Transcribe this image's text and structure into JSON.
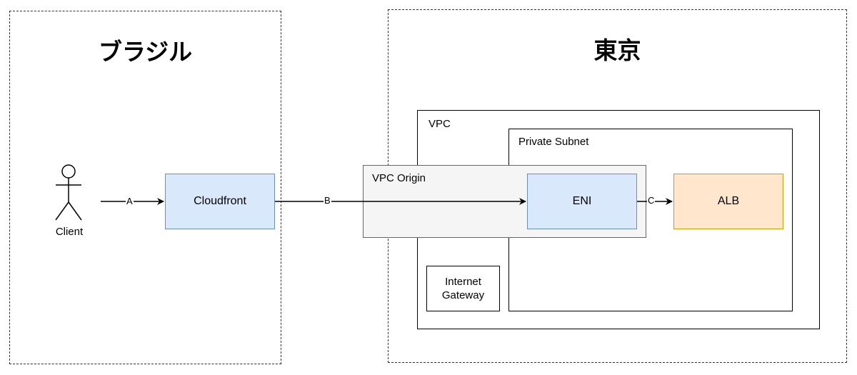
{
  "regions": {
    "brazil": {
      "title": "ブラジル"
    },
    "tokyo": {
      "title": "東京"
    }
  },
  "containers": {
    "vpc": {
      "label": "VPC"
    },
    "private_subnet": {
      "label": "Private Subnet"
    },
    "vpc_origin": {
      "label": "VPC Origin"
    }
  },
  "nodes": {
    "client": {
      "label": "Client"
    },
    "cloudfront": {
      "label": "Cloudfront"
    },
    "eni": {
      "label": "ENI"
    },
    "alb": {
      "label": "ALB"
    },
    "internet_gateway": {
      "label": "Internet Gateway"
    }
  },
  "edges": {
    "a": {
      "label": "A"
    },
    "b": {
      "label": "B"
    },
    "c": {
      "label": "C"
    }
  },
  "colors": {
    "blue_fill": "#dae8fc",
    "blue_stroke": "#6c8ebf",
    "orange_fill": "#ffe6cc",
    "orange_stroke": "#d79b00",
    "gray_fill": "#f5f5f5",
    "gray_stroke": "#666666"
  }
}
